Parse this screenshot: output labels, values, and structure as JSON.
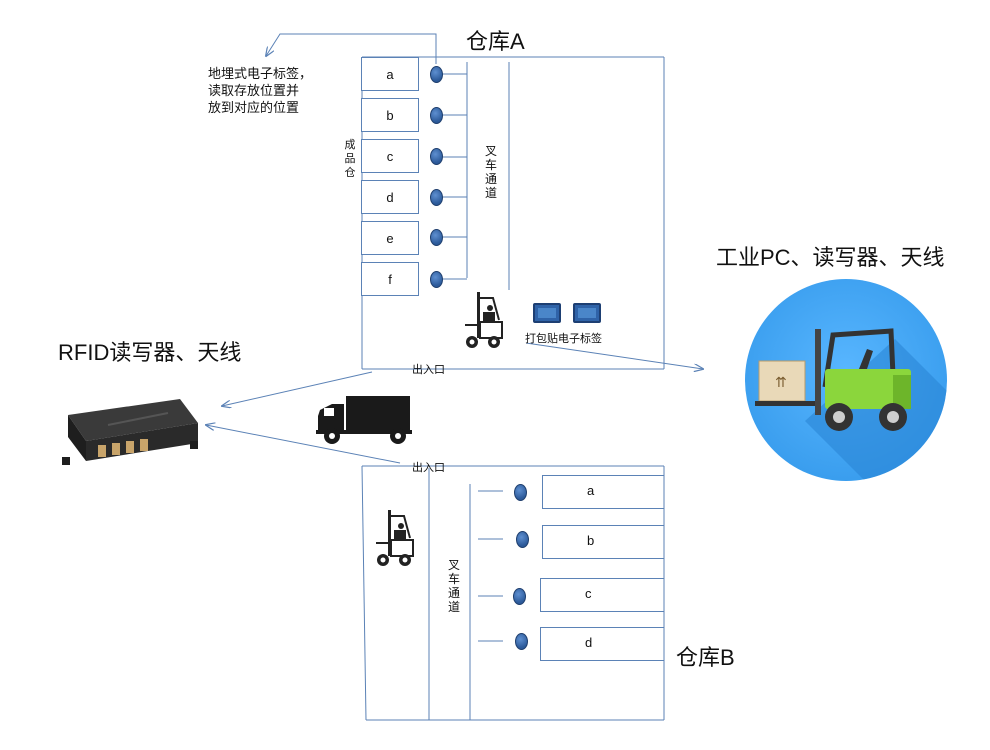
{
  "warehouse_a": {
    "title": "仓库A",
    "slots": [
      "a",
      "b",
      "c",
      "d",
      "e",
      "f"
    ],
    "zone_label": "成品仓",
    "aisle_label": "叉车通道",
    "exit_label": "出入口",
    "packing_label": "打包贴电子标签"
  },
  "warehouse_b": {
    "title": "仓库B",
    "slots": [
      "a",
      "b",
      "c",
      "d"
    ],
    "aisle_label": "叉车通道",
    "exit_label": "出入口"
  },
  "annotations": {
    "ground_tag_note": [
      "地埋式电子标签，",
      "读取存放位置并",
      "放到对应的位置"
    ],
    "rfid_reader": "RFID读写器、天线",
    "industrial_pc": "工业PC、读写器、天线"
  },
  "colors": {
    "line": "#5b82b6",
    "tag": "#2c5a9a",
    "pc_circle": "#3aa0f0"
  },
  "icons": [
    "forklift-icon",
    "truck-icon",
    "rfid-reader-icon",
    "monitor-icon",
    "forklift-box-icon"
  ]
}
